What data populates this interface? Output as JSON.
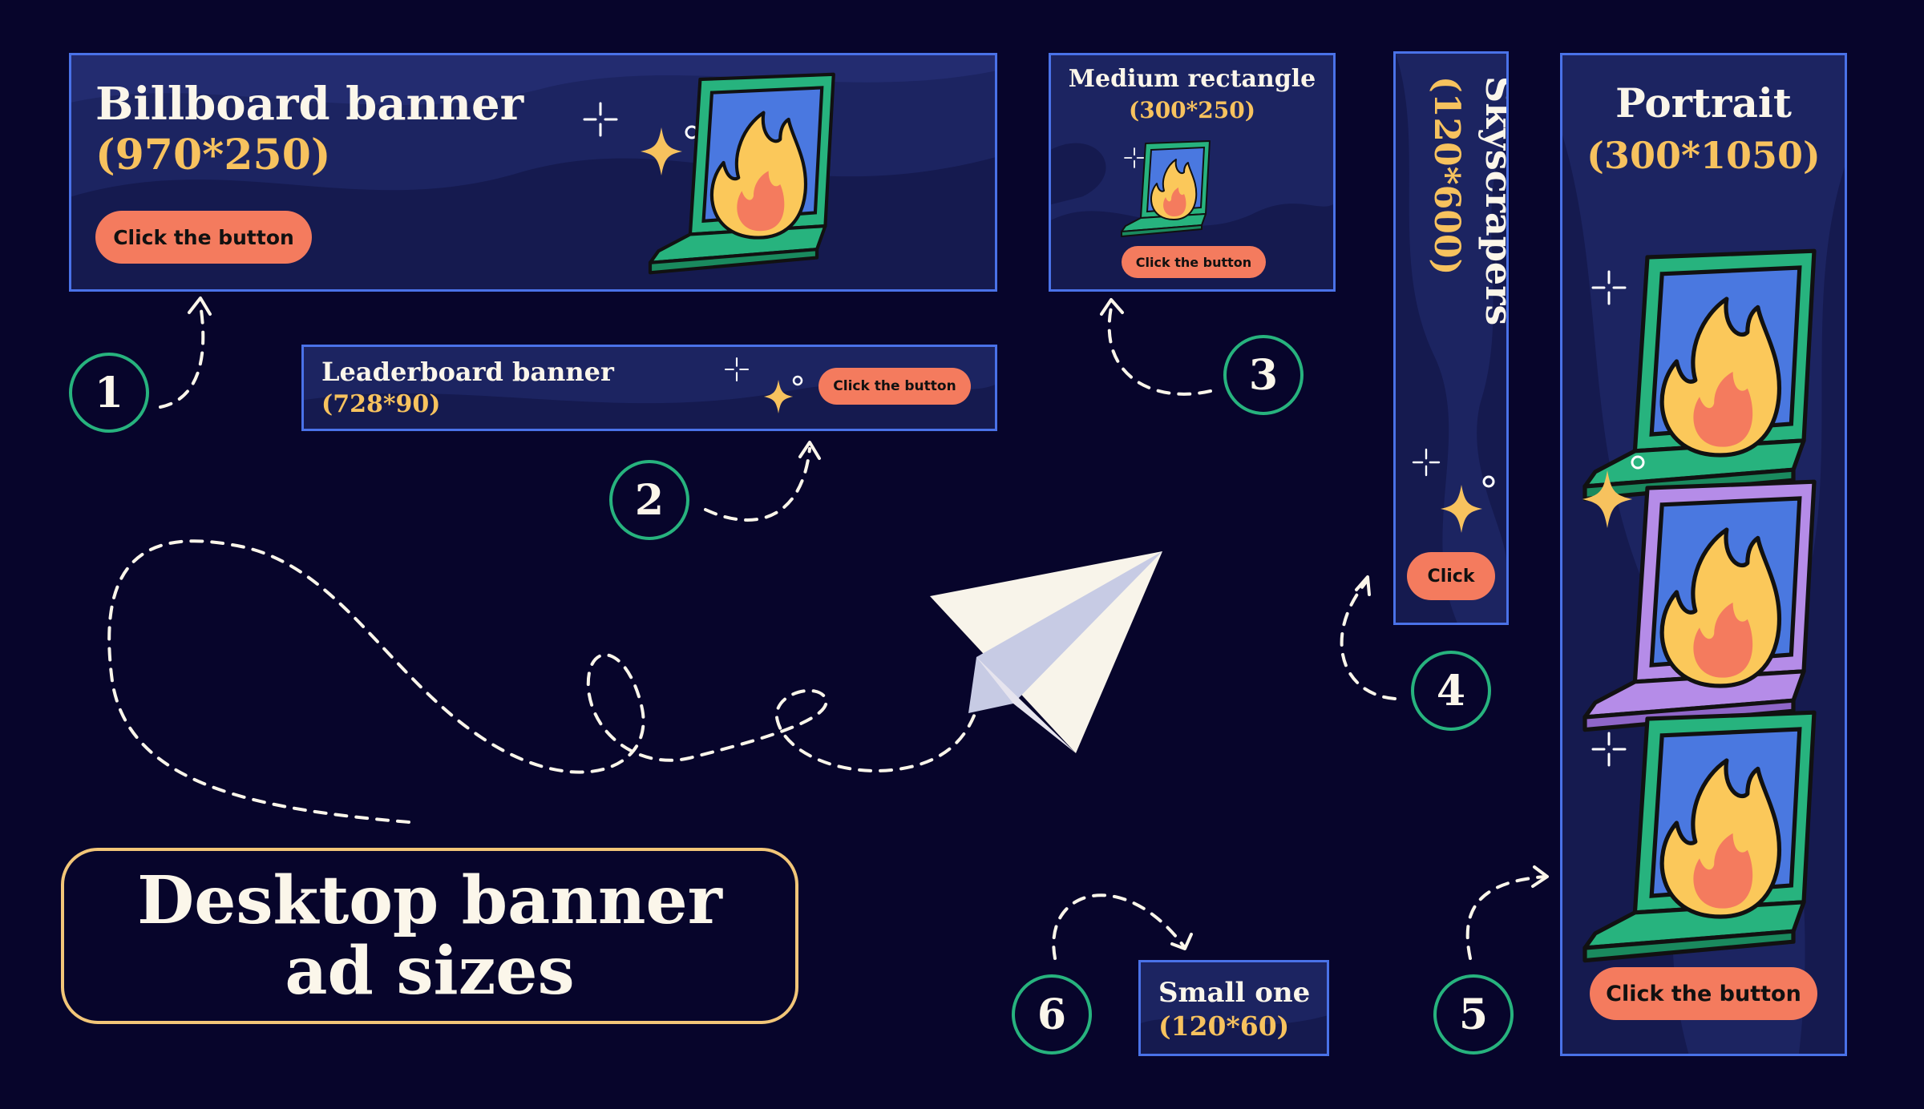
{
  "colors": {
    "background": "#07052b",
    "banner_fill": "#1c2461",
    "banner_border": "#4a72e8",
    "title_text": "#fbf6ea",
    "size_text": "#f7c25e",
    "button": "#f47b5e",
    "circle_border": "#27b37e",
    "headline_border": "#f2c678",
    "laptop_green": "#27b37e",
    "laptop_purple": "#b58ce8",
    "screen_blue": "#4a78e0",
    "flame_yellow": "#fbc85a",
    "flame_orange": "#f47b5e"
  },
  "icons": [
    "laptop-fire-icon",
    "sparkle-icon",
    "paper-plane-icon",
    "dashed-arrow-icon"
  ],
  "headline": {
    "line1": "Desktop banner",
    "line2": "ad sizes"
  },
  "banners": {
    "billboard": {
      "title": "Billboard banner",
      "size": "(970*250)",
      "button": "Click the button"
    },
    "leaderboard": {
      "title": "Leaderboard banner",
      "size": "(728*90)",
      "button": "Click the button"
    },
    "medium_rectangle": {
      "title": "Medium rectangle",
      "size": "(300*250)",
      "button": "Click the button"
    },
    "skyscraper": {
      "title": "Skyscrapers",
      "size": "(120*600)",
      "button": "Click"
    },
    "portrait": {
      "title": "Portrait",
      "size": "(300*1050)",
      "button": "Click the button"
    },
    "small": {
      "title": "Small one",
      "size": "(120*60)"
    }
  },
  "numbers": [
    "1",
    "2",
    "3",
    "4",
    "5",
    "6"
  ]
}
